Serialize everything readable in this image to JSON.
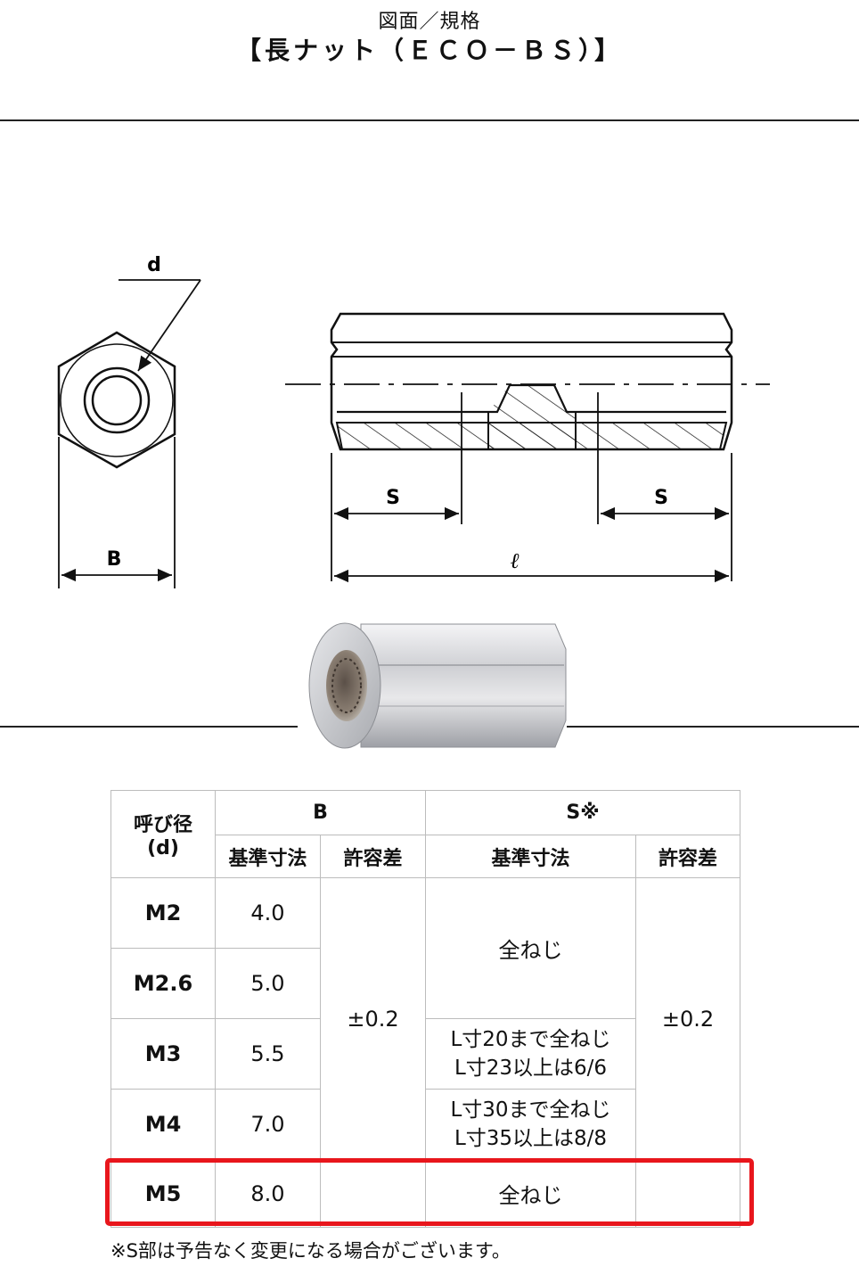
{
  "header": {
    "subtitle": "図面／規格",
    "title": "【長ナット（ＥＣＯ－ＢＳ）】"
  },
  "drawing": {
    "label_d": "d",
    "label_b": "B",
    "label_s_left": "S",
    "label_s_right": "S",
    "label_l": "ℓ"
  },
  "table": {
    "head": {
      "nominal": "呼び径",
      "nominal_sub": "(d)",
      "b": "B",
      "s": "S※",
      "b_basic": "基準寸法",
      "b_tol": "許容差",
      "s_basic": "基準寸法",
      "s_tol": "許容差"
    },
    "rows": [
      {
        "size": "M2",
        "b": "4.0"
      },
      {
        "size": "M2.6",
        "b": "5.0"
      },
      {
        "size": "M3",
        "b": "5.5"
      },
      {
        "size": "M4",
        "b": "7.0"
      },
      {
        "size": "M5",
        "b": "8.0"
      }
    ],
    "b_tolerance": "±0.2",
    "s_full_thread": "全ねじ",
    "s_m3_line1": "L寸20まで全ねじ",
    "s_m3_line2": "L寸23以上は6/6",
    "s_m4_line1": "L寸30まで全ねじ",
    "s_m4_line2": "L寸35以上は8/8",
    "s_tolerance": "±0.2",
    "s_m5": "全ねじ"
  },
  "footnote": "※S部は予告なく変更になる場合がございます。",
  "colors": {
    "highlight": "#e8161c",
    "grid": "#bcbcbc"
  }
}
